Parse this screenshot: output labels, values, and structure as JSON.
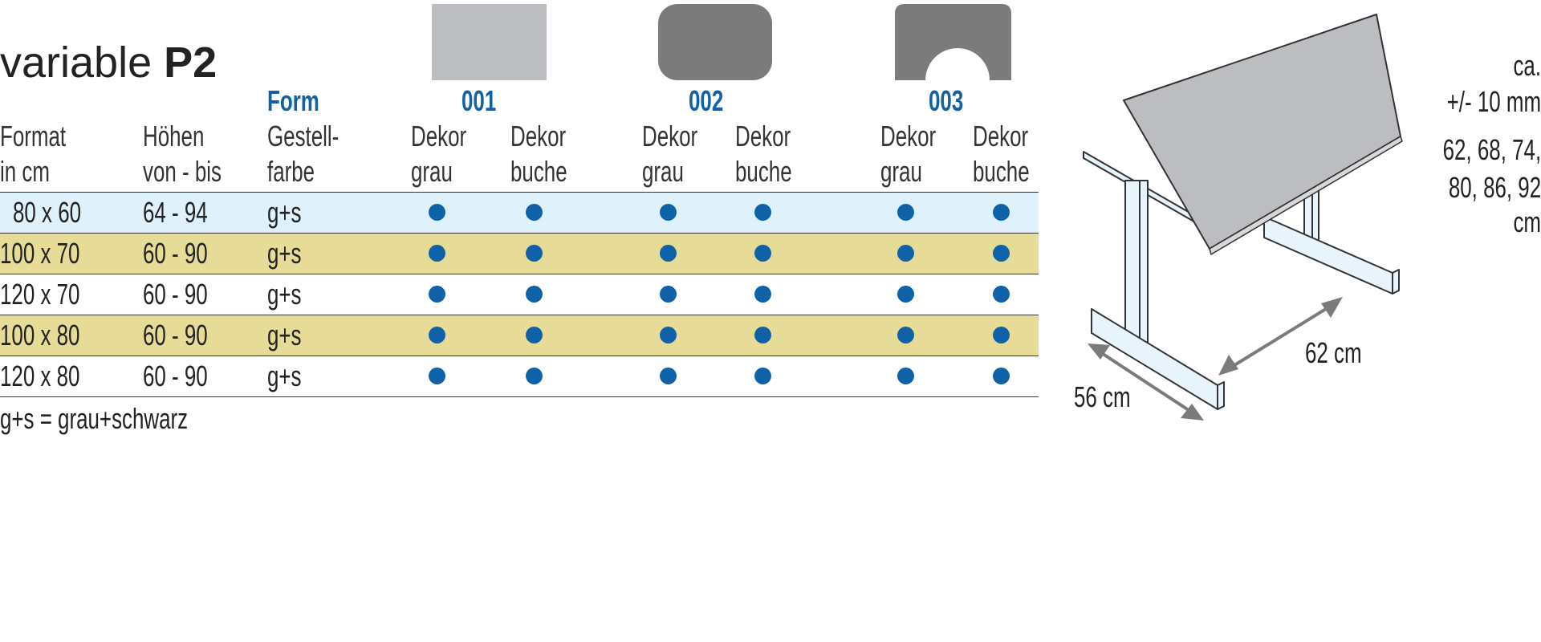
{
  "title": {
    "prefix": "variable ",
    "bold": "P2"
  },
  "header": {
    "format": [
      "Format",
      "in cm"
    ],
    "heights": [
      "Höhen",
      "von - bis"
    ],
    "form_label": "Form",
    "frame_color": [
      "Gestell-",
      "farbe"
    ],
    "forms": [
      "001",
      "002",
      "003"
    ],
    "decors": [
      [
        "Dekor",
        "grau"
      ],
      [
        "Dekor",
        "buche"
      ]
    ]
  },
  "rows": [
    {
      "format": "80 x 60",
      "heights": "64 - 94",
      "frame": "g+s"
    },
    {
      "format": "100 x 70",
      "heights": "60 - 90",
      "frame": "g+s"
    },
    {
      "format": "120 x 70",
      "heights": "60 - 90",
      "frame": "g+s"
    },
    {
      "format": "100 x 80",
      "heights": "60 - 90",
      "frame": "g+s"
    },
    {
      "format": "120 x 80",
      "heights": "60 - 90",
      "frame": "g+s"
    }
  ],
  "availability_symbol": "●",
  "footnote": "g+s = grau+schwarz",
  "tolerance": {
    "ca": "ca.",
    "value": "+/- 10 mm"
  },
  "fixed_heights": [
    "62, 68, 74,",
    "80, 86, 92",
    "cm"
  ],
  "dimensions": {
    "depth": "56 cm",
    "width": "62 cm"
  },
  "colors": {
    "row_light_blue": "#dff1fa",
    "row_khaki": "#e6dc98",
    "accent_blue": "#0f62a8",
    "swatch_light_grey": "#bcbdc0",
    "swatch_dark_grey": "#7b7b7b"
  }
}
